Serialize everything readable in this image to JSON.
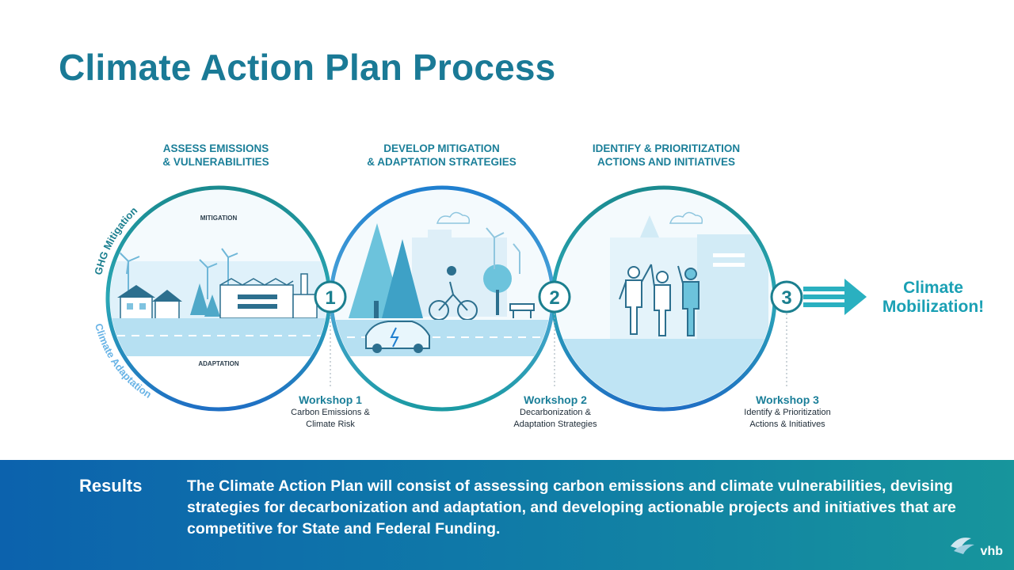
{
  "slide": {
    "title": "Climate Action Plan Process"
  },
  "steps": [
    {
      "number": "1",
      "heading_line1": "ASSESS EMISSIONS",
      "heading_line2": "& VULNERABILITIES",
      "workshop_title": "Workshop 1",
      "workshop_desc_line1": "Carbon Emissions &",
      "workshop_desc_line2": "Climate Risk"
    },
    {
      "number": "2",
      "heading_line1": "DEVELOP MITIGATION",
      "heading_line2": "& ADAPTATION STRATEGIES",
      "workshop_title": "Workshop 2",
      "workshop_desc_line1": "Decarbonization &",
      "workshop_desc_line2": "Adaptation Strategies"
    },
    {
      "number": "3",
      "heading_line1": "IDENTIFY & PRIORITIZATION",
      "heading_line2": "ACTIONS AND INITIATIVES",
      "workshop_title": "Workshop 3",
      "workshop_desc_line1": "Identify & Prioritization",
      "workshop_desc_line2": "Actions & Initiatives"
    }
  ],
  "scene_labels": {
    "mitigation": "MITIGATION",
    "adaptation": "ADAPTATION"
  },
  "arc_labels": {
    "top": "GHG Mitigation",
    "bottom": "Climate Adaptation"
  },
  "outcome": {
    "line1": "Climate",
    "line2": "Mobilization!"
  },
  "results": {
    "label": "Results",
    "text": "The Climate Action Plan will consist of assessing carbon emissions and climate vulnerabilities, devising strategies for decarbonization and adaptation, and developing actionable projects and initiatives that are competitive for State and Federal Funding."
  },
  "logo": {
    "text": "vhb"
  },
  "colors": {
    "title": "#1a7a96",
    "teal_ring": "#1c8f9c",
    "blue_ring": "#1f7fcf",
    "light_blue": "#a9d8ee",
    "footer_start": "#0c62ad",
    "footer_end": "#17959c"
  }
}
